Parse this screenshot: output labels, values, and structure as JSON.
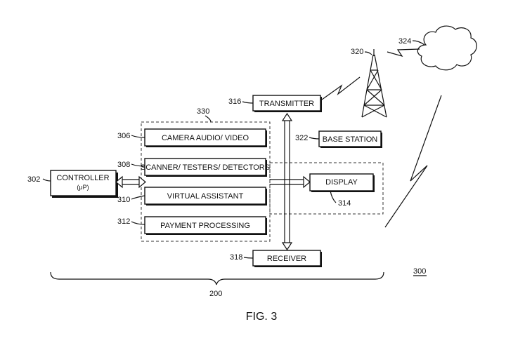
{
  "figure_label": "FIG. 3",
  "overall_ref": "300",
  "system_ref": "200",
  "group_ref": "330",
  "controller": {
    "line1": "CONTROLLER",
    "line2": "(μP)",
    "ref": "302"
  },
  "modules": [
    {
      "label": "CAMERA AUDIO/ VIDEO",
      "ref": "306"
    },
    {
      "label": "SCANNER/ TESTERS/ DETECTORS",
      "ref": "308"
    },
    {
      "label": "VIRTUAL ASSISTANT",
      "ref": "310"
    },
    {
      "label": "PAYMENT PROCESSING",
      "ref": "312"
    }
  ],
  "transmitter": {
    "label": "TRANSMITTER",
    "ref": "316"
  },
  "receiver": {
    "label": "RECEIVER",
    "ref": "318"
  },
  "base_station": {
    "label": "BASE STATION",
    "ref": "322"
  },
  "display": {
    "label": "DISPLAY",
    "ref": "314"
  },
  "tower_ref": "320",
  "cloud_ref": "324"
}
